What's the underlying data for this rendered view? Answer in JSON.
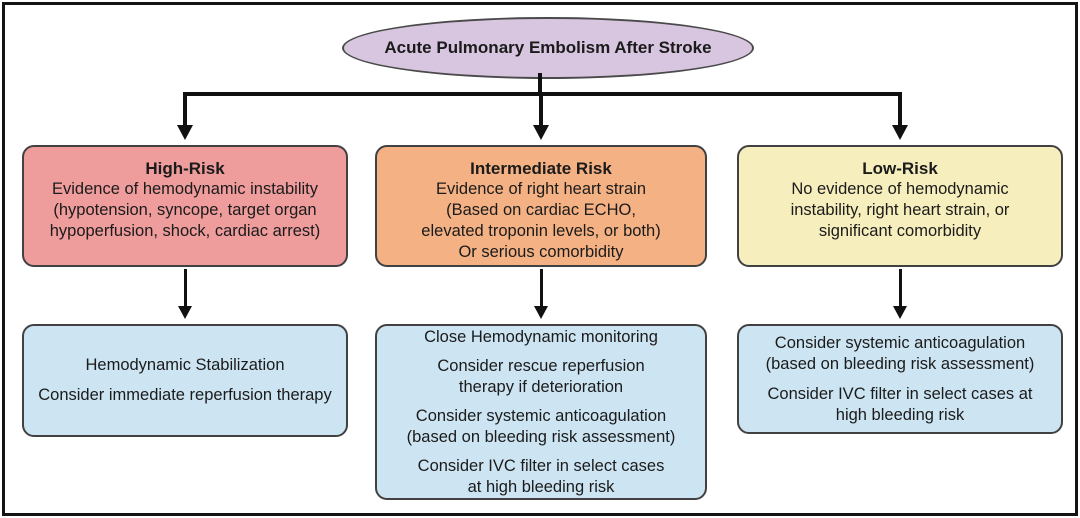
{
  "diagram": {
    "root": {
      "label": "Acute Pulmonary Embolism After Stroke"
    },
    "colors": {
      "root_fill": "#d8c5df",
      "high_risk_fill": "#ee9c9c",
      "intermediate_fill": "#f4b183",
      "low_risk_fill": "#f6eebc",
      "outcome_fill": "#cde5f3",
      "border": "#414141",
      "arrow": "#111111"
    },
    "columns": [
      {
        "risk": {
          "title": "High-Risk",
          "body": "Evidence of hemodynamic instability\n(hypotension, syncope, target organ\nhypoperfusion, shock, cardiac arrest)"
        },
        "outcome": {
          "paragraphs": [
            "Hemodynamic Stabilization",
            "Consider immediate reperfusion therapy"
          ]
        }
      },
      {
        "risk": {
          "title": "Intermediate Risk",
          "body": "Evidence of right heart strain\n(Based on cardiac ECHO,\nelevated troponin levels, or both)\nOr serious comorbidity"
        },
        "outcome": {
          "paragraphs": [
            "Close Hemodynamic monitoring",
            "Consider rescue reperfusion\ntherapy if deterioration",
            "Consider systemic anticoagulation\n(based on bleeding risk assessment)",
            "Consider IVC filter in select cases\nat high bleeding risk"
          ]
        }
      },
      {
        "risk": {
          "title": "Low-Risk",
          "body": "No evidence of hemodynamic\ninstability, right heart strain, or\nsignificant comorbidity"
        },
        "outcome": {
          "paragraphs": [
            "Consider systemic anticoagulation\n(based on bleeding risk assessment)",
            "Consider IVC filter in select cases at\nhigh bleeding risk"
          ]
        }
      }
    ]
  }
}
